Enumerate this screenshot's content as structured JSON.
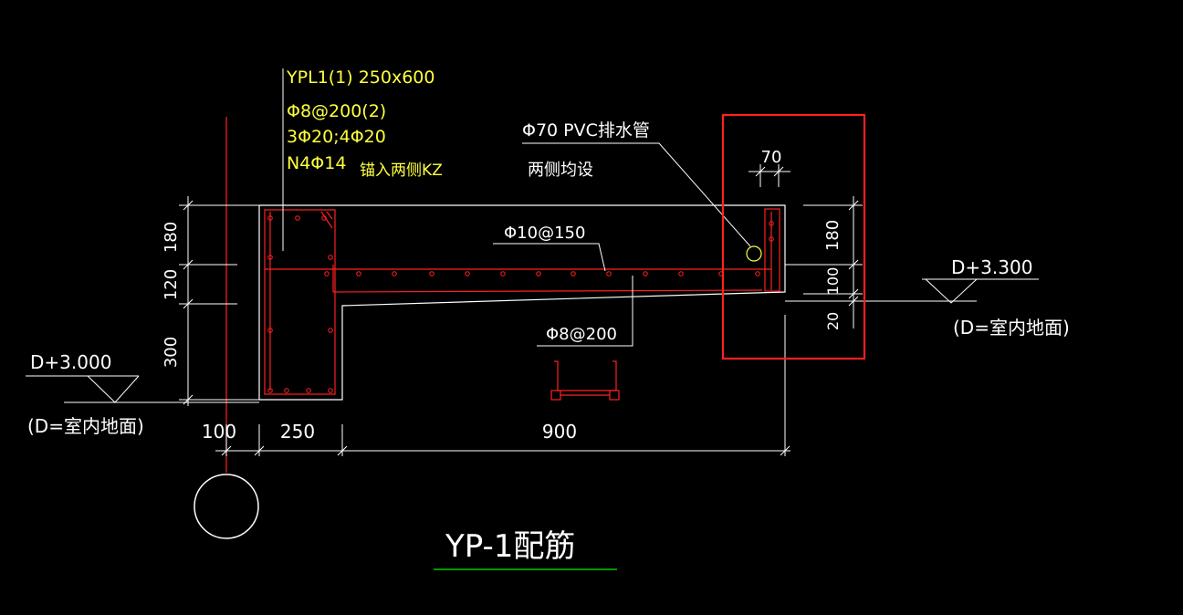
{
  "colors": {
    "background": "#000000",
    "outline": "#ffffff",
    "rebar": "#ff2020",
    "annotation_yellow": "#ffff40",
    "highlight_box": "#ff2020",
    "title_underline": "#00cc00"
  },
  "beam_callout": {
    "line1": "YPL1(1) 250x600",
    "line2": "Φ8@200(2)",
    "line3": "3Φ20;4Φ20",
    "line4a": "N4Φ14",
    "line4b": "锚入两侧KZ"
  },
  "pipe_note": {
    "line1": "Φ70 PVC排水管",
    "line2": "两侧均设"
  },
  "rebar_labels": {
    "top": "Φ10@150",
    "bottom": "Φ8@200"
  },
  "dimensions": {
    "left_vertical": [
      "180",
      "120",
      "300"
    ],
    "right_vertical": [
      "180",
      "100",
      "20"
    ],
    "top_width": "70",
    "bottom": [
      "100",
      "250",
      "900"
    ]
  },
  "elevations": {
    "left_value": "D+3.000",
    "left_note": "(D=室内地面)",
    "right_value": "D+3.300",
    "right_note": "(D=室内地面)"
  },
  "title": "YP-1配筋"
}
